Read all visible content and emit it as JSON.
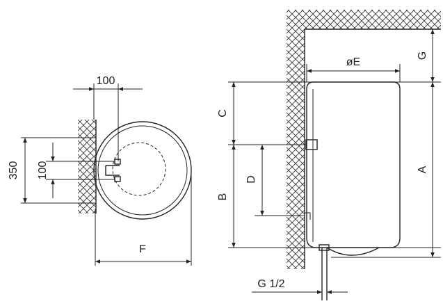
{
  "labels": {
    "dim_100_top": "100",
    "dim_350": "350",
    "dim_100_side": "100",
    "dim_F": "F",
    "dim_C": "C",
    "dim_D": "D",
    "dim_B": "B",
    "dim_E": "øE",
    "dim_A": "A",
    "dim_G": "G",
    "dim_G12": "G 1/2"
  }
}
